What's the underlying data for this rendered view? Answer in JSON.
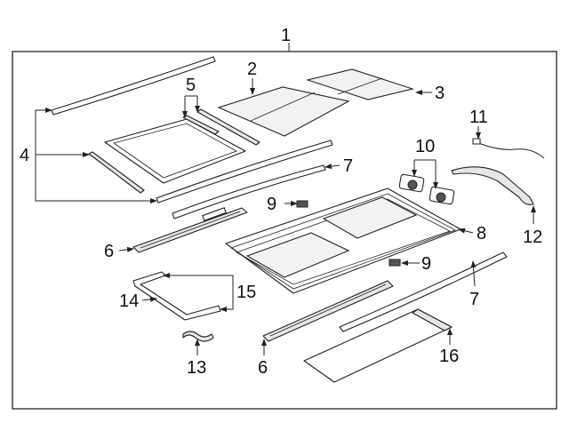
{
  "diagram": {
    "callouts": {
      "c1": "1",
      "c2": "2",
      "c3": "3",
      "c4": "4",
      "c5": "5",
      "c6a": "6",
      "c6b": "6",
      "c7a": "7",
      "c7b": "7",
      "c8": "8",
      "c9a": "9",
      "c9b": "9",
      "c10": "10",
      "c11": "11",
      "c12": "12",
      "c13": "13",
      "c14": "14",
      "c15": "15",
      "c16": "16"
    }
  }
}
